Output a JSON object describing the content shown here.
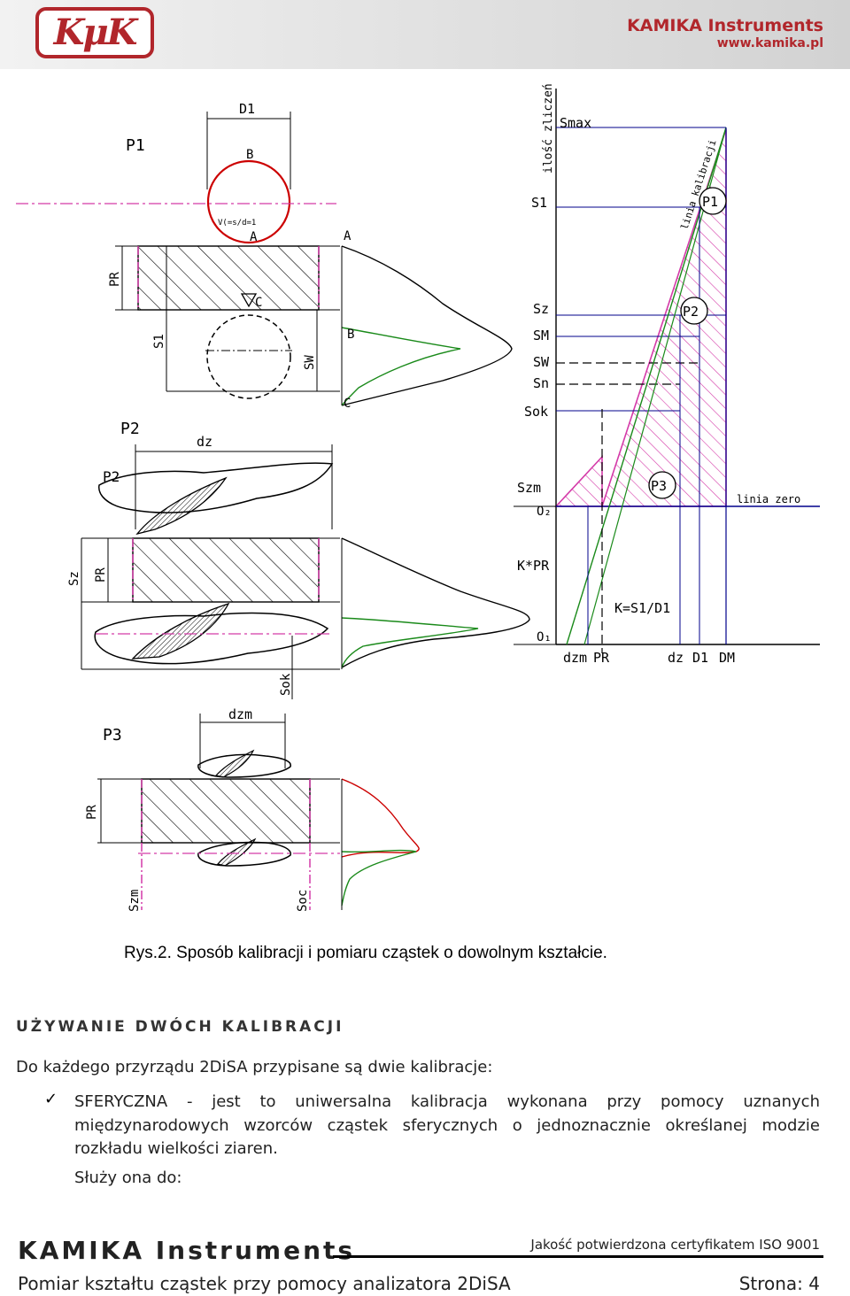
{
  "header": {
    "logo_text": "KμK",
    "brand_name": "KAMIKA Instruments",
    "brand_url": "www.kamika.pl"
  },
  "figure": {
    "left_labels": {
      "p1": "P1",
      "d1": "D1",
      "b_top": "B",
      "ratio": "V(=s/d=1",
      "a_circle": "A",
      "c_circle": "C",
      "pr1": "PR",
      "s1": "S1",
      "sw": "SW",
      "a": "A",
      "b": "B",
      "c": "C",
      "p2": "P2",
      "dz": "dz",
      "p2_particle": "P2",
      "sz": "Sz",
      "pr2": "PR",
      "sok": "Sok",
      "p3": "P3",
      "dzm": "dzm",
      "pr3": "PR",
      "szm": "Szm",
      "soc": "Soc"
    },
    "right_labels": {
      "y_axis": "ilość zliczeń",
      "smax": "Smax",
      "s1": "S1",
      "line_cal": "linia kalibracji",
      "p1": "P1",
      "sz": "Sz",
      "p2": "P2",
      "sm": "SM",
      "sw": "SW",
      "sn": "Sn",
      "sok": "Sok",
      "szm": "Szm",
      "o2": "O₂",
      "p3": "P3",
      "zero": "linia zero",
      "kpr": "K*PR",
      "k": "K=S1/D1",
      "o1": "O₁",
      "x_dzm": "dzm",
      "x_pr": "PR",
      "x_dz": "dz",
      "x_d1": "D1",
      "x_dm": "DM"
    }
  },
  "caption": "Rys.2. Sposób kalibracji i pomiaru cząstek o dowolnym kształcie.",
  "section_title": "UŻYWANIE DWÓCH KALIBRACJI",
  "paragraph": "Do każdego przyrządu 2DiSA przypisane są dwie kalibracje:",
  "bullet": {
    "check": "✓",
    "text": "SFERYCZNA - jest to uniwersalna kalibracja wykonana przy pomocy uznanych międzynarodowych wzorców cząstek sferycznych o jednoznacznie określanej modzie rozkładu wielkości ziaren."
  },
  "serve_text": "Służy ona do:",
  "footer": {
    "brand": "KAMIKA Instruments",
    "cert": "Jakość potwierdzona certyfikatem ISO 9001",
    "title": "Pomiar kształtu cząstek przy pomocy analizatora 2DiSA",
    "page": "Strona: 4"
  }
}
